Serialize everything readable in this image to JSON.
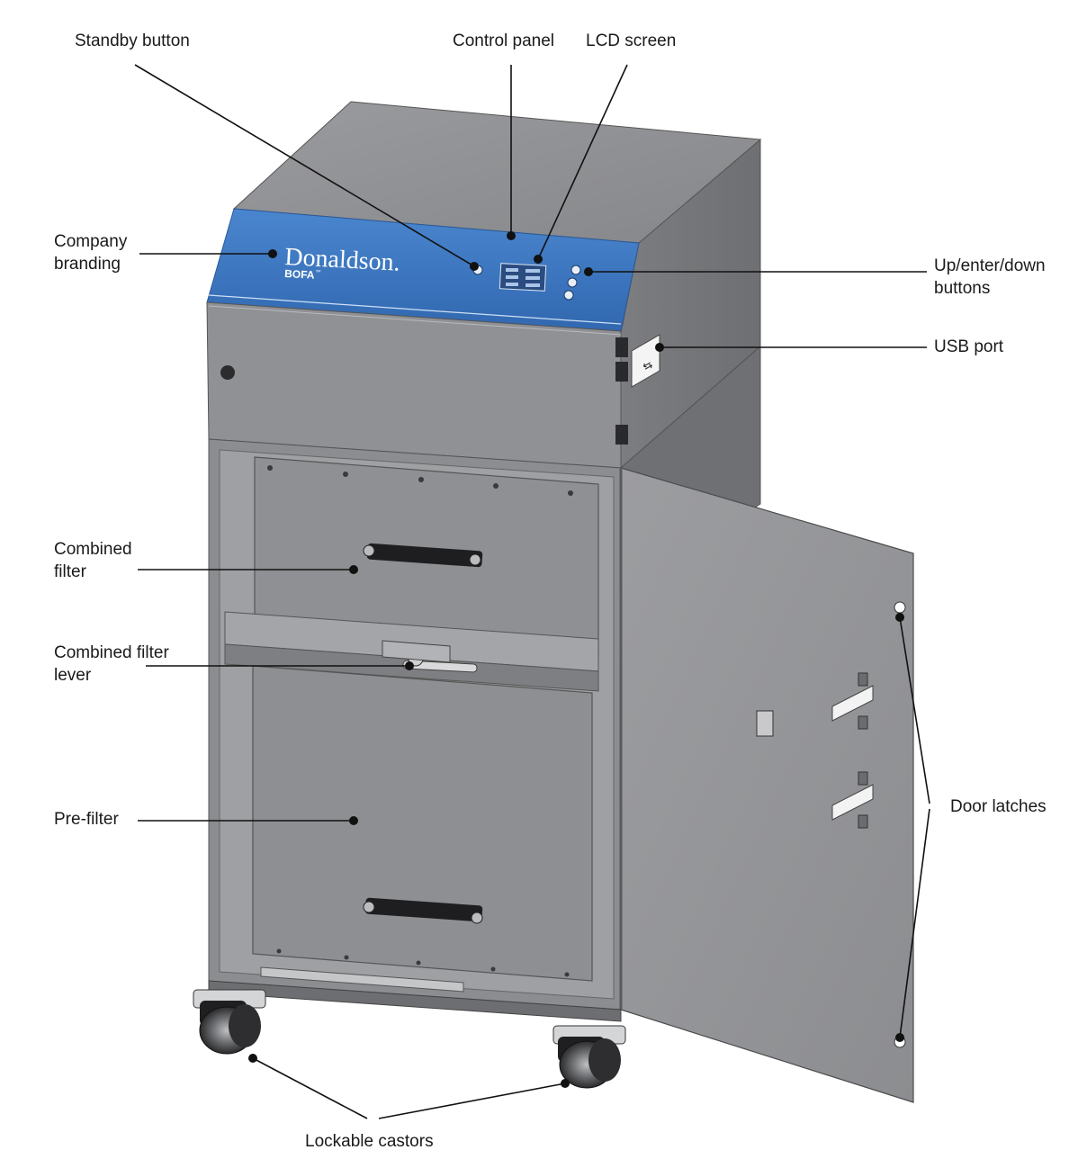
{
  "labels": {
    "standby_button": "Standby button",
    "control_panel": "Control panel",
    "lcd_screen": "LCD screen",
    "company_branding": [
      "Company",
      "branding"
    ],
    "up_enter_down": [
      "Up/enter/down",
      "buttons"
    ],
    "usb_port": "USB port",
    "combined_filter": [
      "Combined",
      "filter"
    ],
    "combined_filter_lever": [
      "Combined filter",
      "lever"
    ],
    "pre_filter": "Pre-filter",
    "door_latches": "Door latches",
    "lockable_castors": "Lockable castors"
  },
  "branding": {
    "main": "Donaldson.",
    "sub": "BOFA",
    "tm": "™"
  },
  "colors": {
    "panel_blue": "#3a78c2",
    "body_gray": "#8e8f92",
    "top_gray": "#8a8b8e",
    "side_gray": "#7a7b7e",
    "inner_gray": "#9a9b9e"
  }
}
